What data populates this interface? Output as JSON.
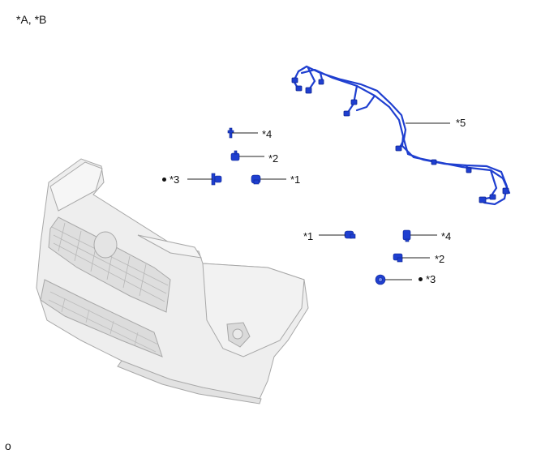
{
  "header": {
    "variant_label": "*A, *B"
  },
  "footer": {
    "figure_code": "o"
  },
  "callouts": {
    "c4_top": "*4",
    "c2_top": "*2",
    "c3_left": "*3",
    "c1_top": "*1",
    "c5": "*5",
    "c1_right": "*1",
    "c4_right": "*4",
    "c2_right": "*2",
    "c3_right": "*3"
  },
  "colors": {
    "harness": "#1f3fd0",
    "part": "#1f3fd0",
    "bumper_fill": "#eeeeee",
    "bumper_stroke": "#a8a8a8",
    "leader": "#222222"
  }
}
